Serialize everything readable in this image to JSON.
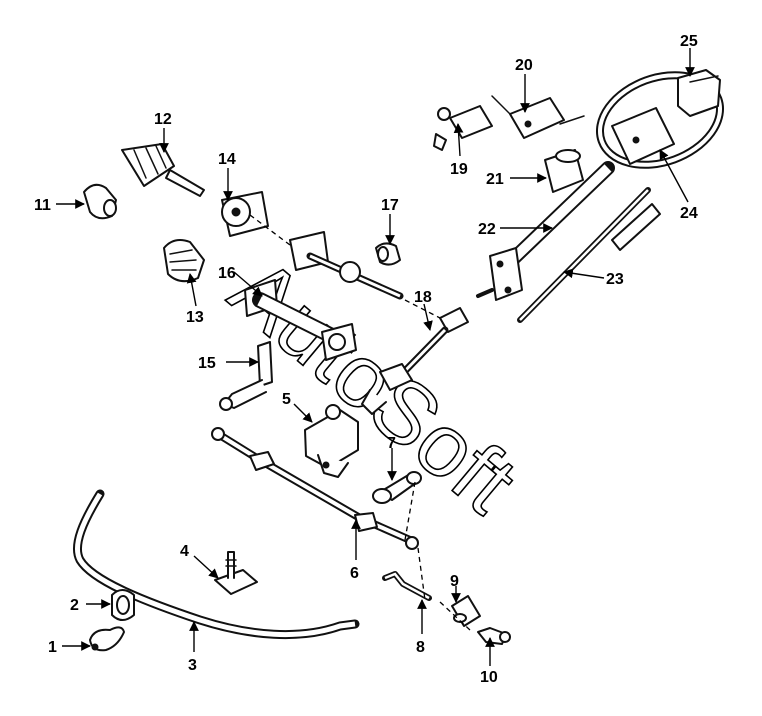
{
  "watermark": "AutoSoft",
  "callouts": [
    "1",
    "2",
    "3",
    "4",
    "5",
    "6",
    "7",
    "8",
    "9",
    "10",
    "11",
    "12",
    "13",
    "14",
    "15",
    "16",
    "17",
    "18",
    "19",
    "20",
    "21",
    "22",
    "23",
    "24",
    "25"
  ],
  "colors": {
    "line": "#111111",
    "background": "#ffffff"
  }
}
